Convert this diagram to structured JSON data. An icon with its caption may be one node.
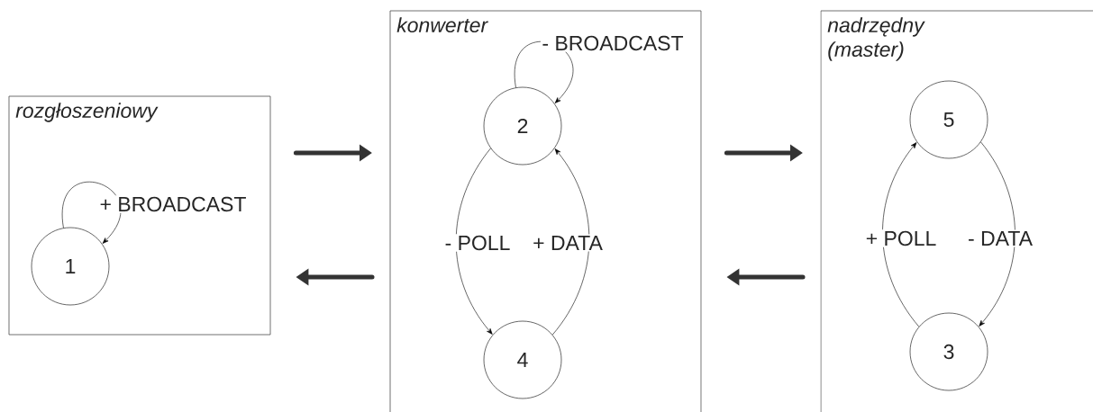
{
  "diagram": {
    "nodes": [
      {
        "text": [
          "rozgłoszeniowy"
        ]
      },
      {
        "text": [
          "1"
        ],
        "in": 0
      },
      {
        "text": [
          "konwerter"
        ]
      },
      {
        "text": [
          "2"
        ],
        "in": 2
      },
      {
        "text": [
          "4"
        ],
        "in": 2
      },
      {
        "text": [
          "nadrzędny (master)"
        ]
      },
      {
        "text": [
          "5"
        ],
        "in": 5
      },
      {
        "text": [
          "3"
        ],
        "in": 5
      }
    ],
    "edges": [
      {
        "from": 1,
        "to": 1,
        "arrow": "to",
        "label": "+ BROADCAST"
      },
      {
        "from": 3,
        "to": 3,
        "arrow": "to",
        "label": "- BROADCAST"
      },
      {
        "from": 3,
        "to": 4,
        "arrow": "to",
        "label": "- POLL"
      },
      {
        "from": 4,
        "to": 3,
        "arrow": "to",
        "label": "+ DATA"
      },
      {
        "from": 6,
        "to": 7,
        "arrow": "to",
        "label": "- DATA"
      },
      {
        "from": 7,
        "to": 6,
        "arrow": "to",
        "label": "+ POLL"
      },
      {
        "from": 0,
        "to": 2,
        "arrow": "to",
        "style": "thick"
      },
      {
        "from": 2,
        "to": 0,
        "arrow": "to",
        "style": "thick"
      },
      {
        "from": 2,
        "to": 5,
        "arrow": "to",
        "style": "thick"
      },
      {
        "from": 5,
        "to": 2,
        "arrow": "to",
        "style": "thick"
      }
    ]
  }
}
